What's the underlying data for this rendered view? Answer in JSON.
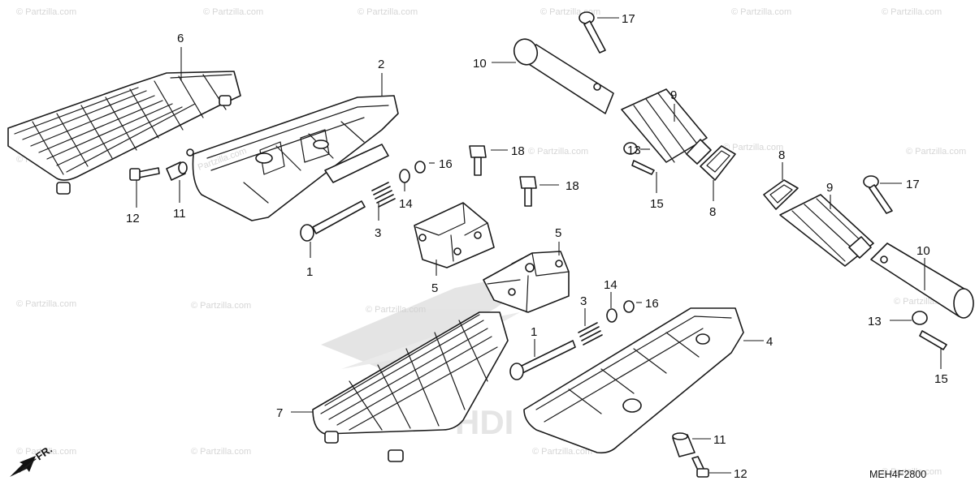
{
  "diagram_code": "MEH4F2800",
  "front_indicator": "FR.",
  "watermark_text": "© Partzilla.com",
  "brand_watermark": "Partzilla.com",
  "callouts": {
    "c1_left": "1",
    "c1_right": "1",
    "c2": "2",
    "c3_left": "3",
    "c3_right": "3",
    "c4": "4",
    "c5_a": "5",
    "c5_b": "5",
    "c6": "6",
    "c7": "7",
    "c8_a": "8",
    "c8_b": "8",
    "c9_a": "9",
    "c9_b": "9",
    "c10_a": "10",
    "c10_b": "10",
    "c11_left": "11",
    "c11_right": "11",
    "c12_left": "12",
    "c12_right": "12",
    "c13_a": "13",
    "c13_b": "13",
    "c14_left": "14",
    "c14_right": "14",
    "c15_a": "15",
    "c15_b": "15",
    "c16_left": "16",
    "c16_right": "16",
    "c17_a": "17",
    "c17_b": "17",
    "c18_a": "18",
    "c18_b": "18"
  },
  "colors": {
    "line": "#1a1a1a",
    "watermark": "#d6d6d6",
    "background": "#ffffff"
  }
}
